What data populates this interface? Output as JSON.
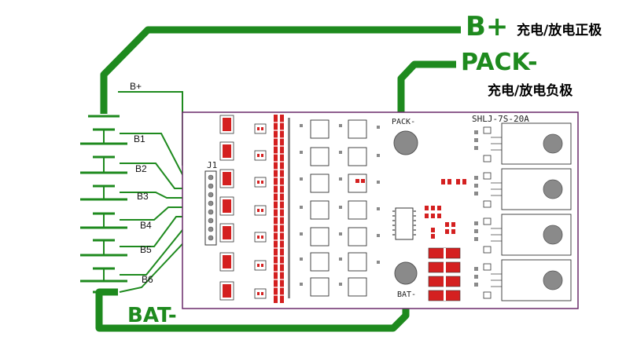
{
  "labels": {
    "bplus_big": "B+",
    "bplus_desc": "充电/放电正极",
    "pack_big": "PACK-",
    "pack_desc": "充电/放电负极",
    "bat_big": "BAT-",
    "cells": [
      "B+",
      "B1",
      "B2",
      "B3",
      "B4",
      "B5",
      "B6"
    ],
    "connector": "J1",
    "board_model": "SHLJ-7S-20A",
    "pad_pack": "PACK-",
    "pad_bat": "BAT-"
  },
  "colors": {
    "wire": "#1e8a1e",
    "board_outline": "#6a2a6a",
    "resistor": "#d42020",
    "pad": "#8a8a8a",
    "silk": "#222222"
  }
}
